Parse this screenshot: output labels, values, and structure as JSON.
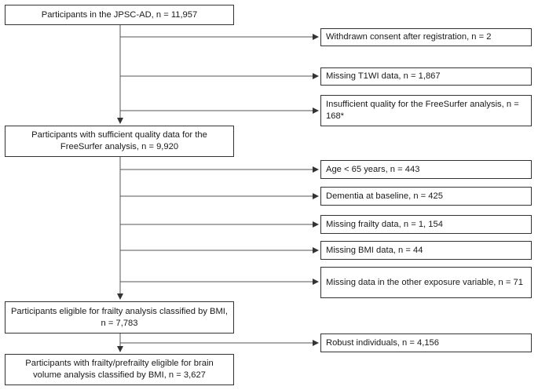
{
  "main_boxes": [
    {
      "id": "m1",
      "text": "Participants in the JPSC-AD, n = 11,957"
    },
    {
      "id": "m2",
      "text": "Participants with sufficient quality data for the FreeSurfer analysis, n = 9,920"
    },
    {
      "id": "m3",
      "text": "Participants eligible for frailty analysis classified by BMI, n = 7,783"
    },
    {
      "id": "m4",
      "text": "Participants with frailty/prefrailty eligible for brain volume analysis classified by BMI, n = 3,627"
    }
  ],
  "exclusion_boxes": [
    {
      "id": "e1",
      "text": "Withdrawn consent after registration, n = 2"
    },
    {
      "id": "e2",
      "text": "Missing T1WI data, n = 1,867"
    },
    {
      "id": "e3",
      "text": "Insufficient quality for the FreeSurfer analysis, n = 168*"
    },
    {
      "id": "e4",
      "text": "Age < 65 years, n = 443"
    },
    {
      "id": "e5",
      "text": "Dementia at baseline, n = 425"
    },
    {
      "id": "e6",
      "text": "Missing frailty data, n = 1, 154"
    },
    {
      "id": "e7",
      "text": "Missing BMI data, n = 44"
    },
    {
      "id": "e8",
      "text": "Missing data in the other exposure variable, n = 71"
    },
    {
      "id": "e9",
      "text": "Robust individuals, n = 4,156"
    }
  ]
}
